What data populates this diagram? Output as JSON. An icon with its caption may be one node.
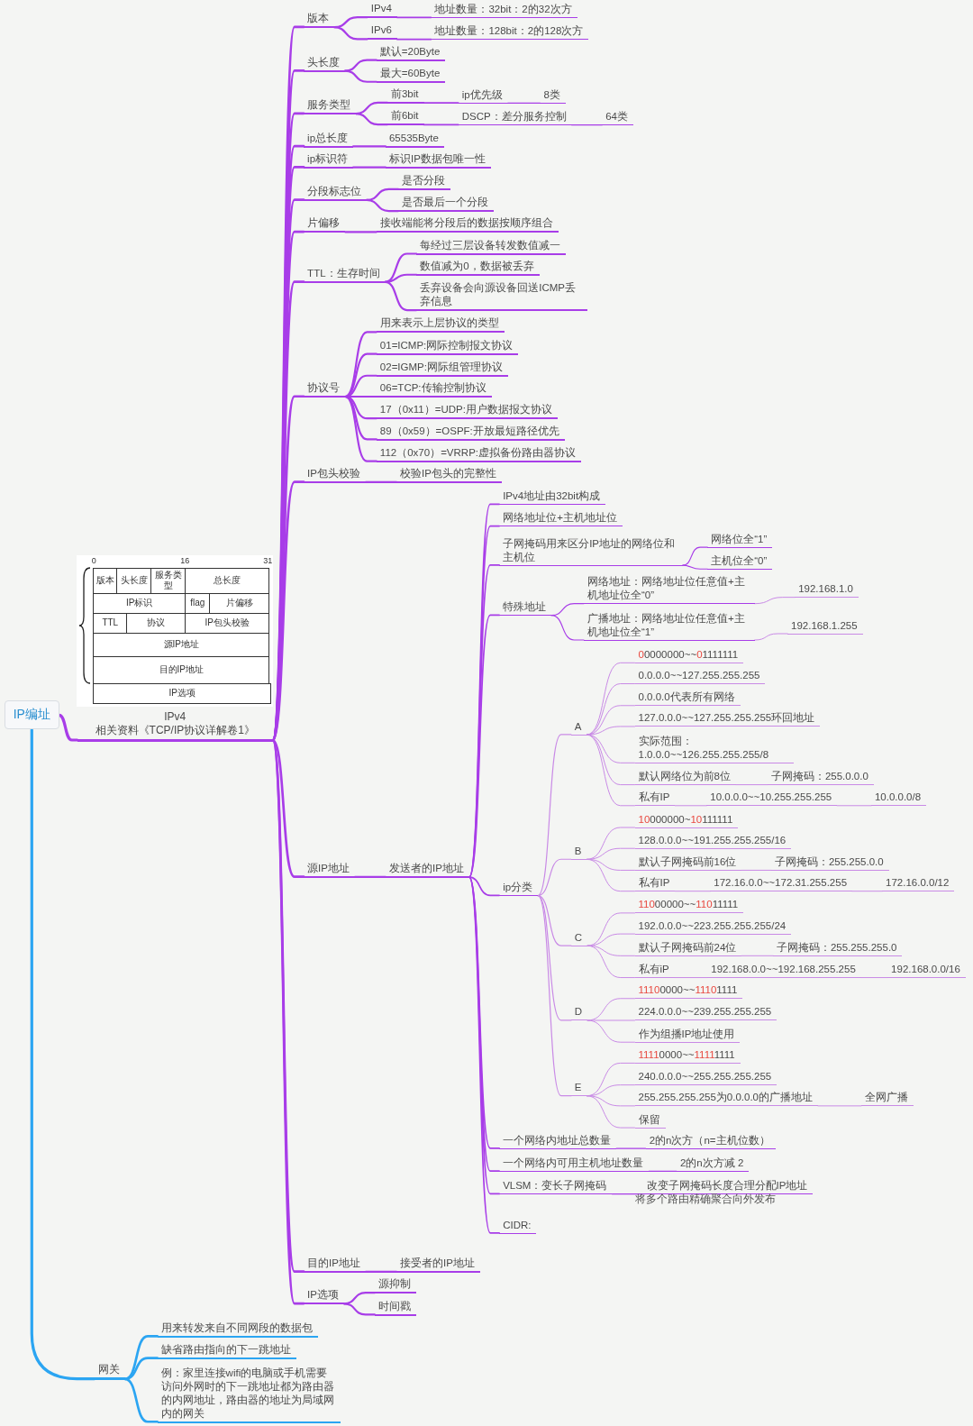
{
  "diagram": {
    "nodes": [
      {
        "text": [
          "IP编址"
        ]
      },
      {
        "text": [
          "IPv4",
          "相关资料《TCP/IP协议详解卷1》"
        ]
      },
      {
        "text": [
          "版本"
        ],
        "in": 1
      },
      {
        "text": [
          "头长度"
        ],
        "in": 1
      },
      {
        "text": [
          "服务类型"
        ],
        "in": 1
      },
      {
        "text": [
          "总长度"
        ],
        "in": 1
      },
      {
        "text": [
          "IP标识"
        ],
        "in": 1
      },
      {
        "text": [
          "flag"
        ],
        "in": 1
      },
      {
        "text": [
          "片偏移"
        ],
        "in": 1
      },
      {
        "text": [
          "TTL"
        ],
        "in": 1
      },
      {
        "text": [
          "协议"
        ],
        "in": 1
      },
      {
        "text": [
          "IP包头校验"
        ],
        "in": 1
      },
      {
        "text": [
          "源IP地址"
        ],
        "in": 1
      },
      {
        "text": [
          "目的IP地址"
        ],
        "in": 1
      },
      {
        "text": [
          "IP选项"
        ],
        "in": 1
      },
      {
        "text": [
          "版本"
        ]
      },
      {
        "text": [
          "IPv4"
        ]
      },
      {
        "text": [
          "地址数量：32bit：2的32次方"
        ]
      },
      {
        "text": [
          "IPv6"
        ]
      },
      {
        "text": [
          "地址数量：128bit：2的128次方"
        ]
      },
      {
        "text": [
          "头长度"
        ]
      },
      {
        "text": [
          "默认=20Byte"
        ]
      },
      {
        "text": [
          "最大=60Byte"
        ]
      },
      {
        "text": [
          "服务类型"
        ]
      },
      {
        "text": [
          "前3bit"
        ]
      },
      {
        "text": [
          "ip优先级"
        ]
      },
      {
        "text": [
          "8类"
        ]
      },
      {
        "text": [
          "前6bit"
        ]
      },
      {
        "text": [
          "DSCP：差分服务控制"
        ]
      },
      {
        "text": [
          "64类"
        ]
      },
      {
        "text": [
          "ip总长度"
        ]
      },
      {
        "text": [
          "65535Byte"
        ]
      },
      {
        "text": [
          "ip标识符"
        ]
      },
      {
        "text": [
          "标识IP数据包唯一性"
        ]
      },
      {
        "text": [
          "分段标志位"
        ]
      },
      {
        "text": [
          "是否分段"
        ]
      },
      {
        "text": [
          "是否最后一个分段"
        ]
      },
      {
        "text": [
          "片偏移"
        ]
      },
      {
        "text": [
          "接收端能将分段后的数据按顺序组合"
        ]
      },
      {
        "text": [
          "TTL：生存时间"
        ]
      },
      {
        "text": [
          "每经过三层设备转发数值减一"
        ]
      },
      {
        "text": [
          "数值减为0，数据被丢弃"
        ]
      },
      {
        "text": [
          "丢弃设备会向源设备回送ICMP丢弃信息"
        ]
      },
      {
        "text": [
          "协议号"
        ]
      },
      {
        "text": [
          "用来表示上层协议的类型"
        ]
      },
      {
        "text": [
          "01=ICMP:网际控制报文协议"
        ]
      },
      {
        "text": [
          "02=IGMP:网际组管理协议"
        ]
      },
      {
        "text": [
          "06=TCP:传输控制协议"
        ]
      },
      {
        "text": [
          "17（0x11）=UDP:用户数据报文协议"
        ]
      },
      {
        "text": [
          "89（0x59）=OSPF:开放最短路径优先"
        ]
      },
      {
        "text": [
          "112（0x70）=VRRP:虚拟备份路由器协议"
        ]
      },
      {
        "text": [
          "IP包头校验"
        ]
      },
      {
        "text": [
          "校验IP包头的完整性"
        ]
      },
      {
        "text": [
          "源IP地址"
        ]
      },
      {
        "text": [
          "发送者的IP地址"
        ]
      },
      {
        "text": [
          "IPv4地址由32bit构成"
        ]
      },
      {
        "text": [
          "网络地址位+主机地址位"
        ]
      },
      {
        "text": [
          "子网掩码用来区分IP地址的网络位和主机位"
        ]
      },
      {
        "text": [
          "网络位全“1”"
        ]
      },
      {
        "text": [
          "主机位全“0”"
        ]
      },
      {
        "text": [
          "特殊地址"
        ]
      },
      {
        "text": [
          "网络地址：网络地址位任意值+主机地址位全“0”"
        ]
      },
      {
        "text": [
          "192.168.1.0"
        ]
      },
      {
        "text": [
          "广播地址：网络地址位任意值+主机地址位全“1”"
        ]
      },
      {
        "text": [
          "192.168.1.255"
        ]
      },
      {
        "text": [
          "ip分类"
        ]
      },
      {
        "text": [
          "A"
        ]
      },
      {
        "text": [
          "**0**0000000~~**0**1111111"
        ]
      },
      {
        "text": [
          "0.0.0.0~~127.255.255.255"
        ]
      },
      {
        "text": [
          "0.0.0.0代表所有网络"
        ]
      },
      {
        "text": [
          "127.0.0.0~~127.255.255.255环回地址"
        ]
      },
      {
        "text": [
          "实际范围： 1.0.0.0~~126.255.255.255/8"
        ]
      },
      {
        "text": [
          "默认网络位为前8位"
        ]
      },
      {
        "text": [
          "子网掩码：255.0.0.0"
        ]
      },
      {
        "text": [
          "私有IP"
        ]
      },
      {
        "text": [
          "10.0.0.0~~10.255.255.255"
        ]
      },
      {
        "text": [
          "10.0.0.0/8"
        ]
      },
      {
        "text": [
          "B"
        ]
      },
      {
        "text": [
          "**10**000000~**10**111111"
        ]
      },
      {
        "text": [
          "128.0.0.0~~191.255.255.255/16"
        ]
      },
      {
        "text": [
          "默认子网掩码前16位"
        ]
      },
      {
        "text": [
          "子网掩码：255.255.0.0"
        ]
      },
      {
        "text": [
          "私有IP"
        ]
      },
      {
        "text": [
          "172.16.0.0~~172.31.255.255"
        ]
      },
      {
        "text": [
          "172.16.0.0/12"
        ]
      },
      {
        "text": [
          "C"
        ]
      },
      {
        "text": [
          "**110**00000~~**110**11111"
        ]
      },
      {
        "text": [
          "192.0.0.0~~223.255.255.255/24"
        ]
      },
      {
        "text": [
          "默认子网掩码前24位"
        ]
      },
      {
        "text": [
          "子网掩码：255.255.255.0"
        ]
      },
      {
        "text": [
          "私有iP"
        ]
      },
      {
        "text": [
          "192.168.0.0~~192.168.255.255"
        ]
      },
      {
        "text": [
          "192.168.0.0/16"
        ]
      },
      {
        "text": [
          "D"
        ]
      },
      {
        "text": [
          "**1110**0000~~**1110**1111"
        ]
      },
      {
        "text": [
          "224.0.0.0~~239.255.255.255"
        ]
      },
      {
        "text": [
          "作为组播IP地址使用"
        ]
      },
      {
        "text": [
          "E"
        ]
      },
      {
        "text": [
          "**1111**0000~~**1111**1111"
        ]
      },
      {
        "text": [
          "240.0.0.0~~255.255.255.255"
        ]
      },
      {
        "text": [
          "255.255.255.255为0.0.0.0的广播地址"
        ]
      },
      {
        "text": [
          "全网广播"
        ]
      },
      {
        "text": [
          "保留"
        ]
      },
      {
        "text": [
          "一个网络内地址总数量"
        ]
      },
      {
        "text": [
          "2的n次方（n=主机位数）"
        ]
      },
      {
        "text": [
          "一个网络内可用主机地址数量"
        ]
      },
      {
        "text": [
          "2的n次方减 2"
        ]
      },
      {
        "text": [
          "VLSM：变长子网掩码"
        ]
      },
      {
        "text": [
          "改变子网掩码长度合理分配IP地址"
        ]
      },
      {
        "text": [
          "CIDR:"
        ]
      },
      {
        "text": [
          "目的IP地址"
        ]
      },
      {
        "text": [
          "接受者的IP地址"
        ]
      },
      {
        "text": [
          "IP选项"
        ]
      },
      {
        "text": [
          "源抑制"
        ]
      },
      {
        "text": [
          "时间戳"
        ]
      },
      {
        "text": [
          "网关"
        ]
      },
      {
        "text": [
          "用来转发来自不同网段的数据包"
        ]
      },
      {
        "text": [
          "缺省路由指向的下一跳地址"
        ]
      },
      {
        "text": [
          "例：家里连接wifi的电脑或手机需要访问外网时的下一跳地址都为路由器的内网地址，路由器的地址为局域网内的网关"
        ]
      }
    ],
    "edges": [
      {
        "from": 0,
        "to": 1,
        "arrow": "none"
      },
      {
        "from": 0,
        "to": 115,
        "arrow": "none",
        "color": "#2ba5f2"
      },
      {
        "from": 1,
        "to": 15,
        "arrow": "none"
      },
      {
        "from": 1,
        "to": 20,
        "arrow": "none"
      },
      {
        "from": 1,
        "to": 23,
        "arrow": "none"
      },
      {
        "from": 1,
        "to": 30,
        "arrow": "none"
      },
      {
        "from": 1,
        "to": 32,
        "arrow": "none"
      },
      {
        "from": 1,
        "to": 34,
        "arrow": "none"
      },
      {
        "from": 1,
        "to": 37,
        "arrow": "none"
      },
      {
        "from": 1,
        "to": 39,
        "arrow": "none"
      },
      {
        "from": 1,
        "to": 43,
        "arrow": "none"
      },
      {
        "from": 1,
        "to": 51,
        "arrow": "none"
      },
      {
        "from": 1,
        "to": 53,
        "arrow": "none"
      },
      {
        "from": 1,
        "to": 110,
        "arrow": "none"
      },
      {
        "from": 1,
        "to": 112,
        "arrow": "none"
      },
      {
        "from": 15,
        "to": 16,
        "arrow": "none"
      },
      {
        "from": 15,
        "to": 18,
        "arrow": "none"
      },
      {
        "from": 16,
        "to": 17,
        "arrow": "none"
      },
      {
        "from": 18,
        "to": 19,
        "arrow": "none"
      },
      {
        "from": 20,
        "to": 21,
        "arrow": "none"
      },
      {
        "from": 20,
        "to": 22,
        "arrow": "none"
      },
      {
        "from": 23,
        "to": 24,
        "arrow": "none"
      },
      {
        "from": 23,
        "to": 27,
        "arrow": "none"
      },
      {
        "from": 24,
        "to": 25,
        "arrow": "none"
      },
      {
        "from": 25,
        "to": 26,
        "arrow": "none"
      },
      {
        "from": 27,
        "to": 28,
        "arrow": "none"
      },
      {
        "from": 28,
        "to": 29,
        "arrow": "none"
      },
      {
        "from": 30,
        "to": 31,
        "arrow": "none"
      },
      {
        "from": 32,
        "to": 33,
        "arrow": "none"
      },
      {
        "from": 34,
        "to": 35,
        "arrow": "none"
      },
      {
        "from": 34,
        "to": 36,
        "arrow": "none"
      },
      {
        "from": 37,
        "to": 38,
        "arrow": "none"
      },
      {
        "from": 39,
        "to": 40,
        "arrow": "none"
      },
      {
        "from": 39,
        "to": 41,
        "arrow": "none"
      },
      {
        "from": 39,
        "to": 42,
        "arrow": "none"
      },
      {
        "from": 43,
        "to": 44,
        "arrow": "none"
      },
      {
        "from": 43,
        "to": 45,
        "arrow": "none"
      },
      {
        "from": 43,
        "to": 46,
        "arrow": "none"
      },
      {
        "from": 43,
        "to": 47,
        "arrow": "none"
      },
      {
        "from": 43,
        "to": 48,
        "arrow": "none"
      },
      {
        "from": 43,
        "to": 49,
        "arrow": "none"
      },
      {
        "from": 43,
        "to": 50,
        "arrow": "none"
      },
      {
        "from": 51,
        "to": 52,
        "arrow": "none"
      },
      {
        "from": 53,
        "to": 54,
        "arrow": "none"
      },
      {
        "from": 54,
        "to": 55,
        "arrow": "none"
      },
      {
        "from": 54,
        "to": 56,
        "arrow": "none"
      },
      {
        "from": 54,
        "to": 57,
        "arrow": "none"
      },
      {
        "from": 54,
        "to": 60,
        "arrow": "none"
      },
      {
        "from": 54,
        "to": 65,
        "arrow": "none"
      },
      {
        "from": 54,
        "to": 103,
        "arrow": "none"
      },
      {
        "from": 54,
        "to": 105,
        "arrow": "none"
      },
      {
        "from": 54,
        "to": 107,
        "arrow": "none"
      },
      {
        "from": 54,
        "to": 109,
        "arrow": "none"
      },
      {
        "from": 57,
        "to": 58,
        "arrow": "none"
      },
      {
        "from": 57,
        "to": 59,
        "arrow": "none"
      },
      {
        "from": 60,
        "to": 61,
        "arrow": "none"
      },
      {
        "from": 60,
        "to": 63,
        "arrow": "none"
      },
      {
        "from": 61,
        "to": 62,
        "arrow": "none",
        "color": "#c98ae6"
      },
      {
        "from": 63,
        "to": 64,
        "arrow": "none",
        "color": "#c98ae6"
      },
      {
        "from": 65,
        "to": 66,
        "arrow": "none",
        "color": "#c98ae6"
      },
      {
        "from": 65,
        "to": 77,
        "arrow": "none",
        "color": "#c98ae6"
      },
      {
        "from": 65,
        "to": 85,
        "arrow": "none",
        "color": "#c98ae6"
      },
      {
        "from": 65,
        "to": 93,
        "arrow": "none",
        "color": "#c98ae6"
      },
      {
        "from": 65,
        "to": 97,
        "arrow": "none",
        "color": "#c98ae6"
      },
      {
        "from": 66,
        "to": 67,
        "arrow": "none",
        "color": "#c98ae6"
      },
      {
        "from": 66,
        "to": 68,
        "arrow": "none",
        "color": "#c98ae6"
      },
      {
        "from": 66,
        "to": 69,
        "arrow": "none",
        "color": "#c98ae6"
      },
      {
        "from": 66,
        "to": 70,
        "arrow": "none",
        "color": "#c98ae6"
      },
      {
        "from": 66,
        "to": 71,
        "arrow": "none",
        "color": "#c98ae6"
      },
      {
        "from": 66,
        "to": 72,
        "arrow": "none",
        "color": "#c98ae6"
      },
      {
        "from": 66,
        "to": 74,
        "arrow": "none",
        "color": "#c98ae6"
      },
      {
        "from": 72,
        "to": 73,
        "arrow": "none",
        "color": "#c98ae6"
      },
      {
        "from": 74,
        "to": 75,
        "arrow": "none",
        "color": "#c98ae6"
      },
      {
        "from": 75,
        "to": 76,
        "arrow": "none",
        "color": "#c98ae6"
      },
      {
        "from": 77,
        "to": 78,
        "arrow": "none",
        "color": "#c98ae6"
      },
      {
        "from": 77,
        "to": 79,
        "arrow": "none",
        "color": "#c98ae6"
      },
      {
        "from": 77,
        "to": 80,
        "arrow": "none",
        "color": "#c98ae6"
      },
      {
        "from": 77,
        "to": 82,
        "arrow": "none",
        "color": "#c98ae6"
      },
      {
        "from": 80,
        "to": 81,
        "arrow": "none",
        "color": "#c98ae6"
      },
      {
        "from": 82,
        "to": 83,
        "arrow": "none",
        "color": "#c98ae6"
      },
      {
        "from": 83,
        "to": 84,
        "arrow": "none",
        "color": "#c98ae6"
      },
      {
        "from": 85,
        "to": 86,
        "arrow": "none",
        "color": "#c98ae6"
      },
      {
        "from": 85,
        "to": 87,
        "arrow": "none",
        "color": "#c98ae6"
      },
      {
        "from": 85,
        "to": 88,
        "arrow": "none",
        "color": "#c98ae6"
      },
      {
        "from": 85,
        "to": 90,
        "arrow": "none",
        "color": "#c98ae6"
      },
      {
        "from": 88,
        "to": 89,
        "arrow": "none",
        "color": "#c98ae6"
      },
      {
        "from": 90,
        "to": 91,
        "arrow": "none",
        "color": "#c98ae6"
      },
      {
        "from": 91,
        "to": 92,
        "arrow": "none",
        "color": "#c98ae6"
      },
      {
        "from": 93,
        "to": 94,
        "arrow": "none",
        "color": "#c98ae6"
      },
      {
        "from": 93,
        "to": 95,
        "arrow": "none",
        "color": "#c98ae6"
      },
      {
        "from": 93,
        "to": 96,
        "arrow": "none",
        "color": "#c98ae6"
      },
      {
        "from": 97,
        "to": 98,
        "arrow": "none",
        "color": "#c98ae6"
      },
      {
        "from": 97,
        "to": 99,
        "arrow": "none",
        "color": "#c98ae6"
      },
      {
        "from": 97,
        "to": 100,
        "arrow": "none",
        "color": "#c98ae6"
      },
      {
        "from": 97,
        "to": 102,
        "arrow": "none",
        "color": "#c98ae6"
      },
      {
        "from": 100,
        "to": 101,
        "arrow": "none",
        "color": "#c98ae6"
      },
      {
        "from": 103,
        "to": 104,
        "arrow": "none"
      },
      {
        "from": 105,
        "to": 106,
        "arrow": "none"
      },
      {
        "from": 107,
        "to": 108,
        "arrow": "none"
      },
      {
        "from": 110,
        "to": 111,
        "arrow": "none"
      },
      {
        "from": 112,
        "to": 113,
        "arrow": "none"
      },
      {
        "from": 112,
        "to": 114,
        "arrow": "none"
      },
      {
        "from": 115,
        "to": 116,
        "arrow": "none",
        "color": "#2ba5f2"
      },
      {
        "from": 115,
        "to": 117,
        "arrow": "none",
        "color": "#2ba5f2"
      },
      {
        "from": 115,
        "to": 118,
        "arrow": "none",
        "color": "#2ba5f2"
      }
    ],
    "labels": [
      "0",
      "16",
      "31",
      "将多个路由精确聚合向外发布"
    ]
  }
}
